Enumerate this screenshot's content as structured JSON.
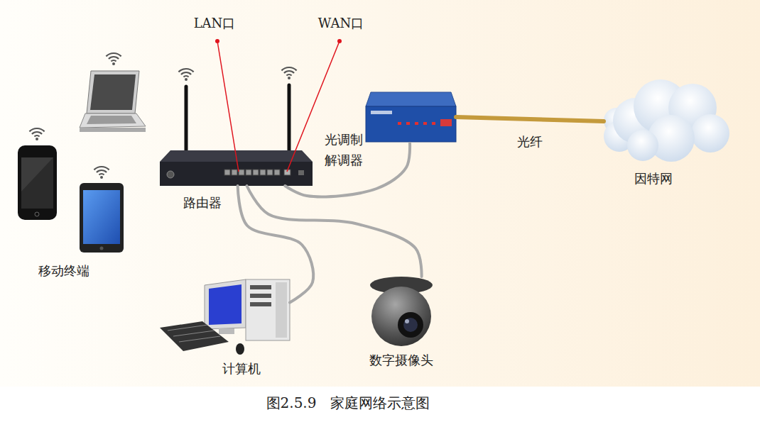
{
  "diagram": {
    "caption": "图2.5.9　家庭网络示意图",
    "nodes": [
      {
        "text": [
          "移动终端"
        ]
      },
      {
        "text": [
          "路由器"
        ]
      },
      {
        "text": [
          "光调制 解调器"
        ]
      },
      {
        "text": [
          "因特网"
        ]
      },
      {
        "text": [
          "计算机"
        ]
      },
      {
        "text": [
          "数字摄像头"
        ]
      }
    ],
    "edges": [
      {
        "from": 1,
        "to": 2,
        "arrow": "none"
      },
      {
        "from": 2,
        "to": 3,
        "arrow": "none",
        "label": "光纤"
      },
      {
        "from": 1,
        "to": 4,
        "arrow": "none"
      },
      {
        "from": 1,
        "to": 5,
        "arrow": "none"
      }
    ],
    "labels": [
      "LAN口",
      "WAN口"
    ]
  }
}
